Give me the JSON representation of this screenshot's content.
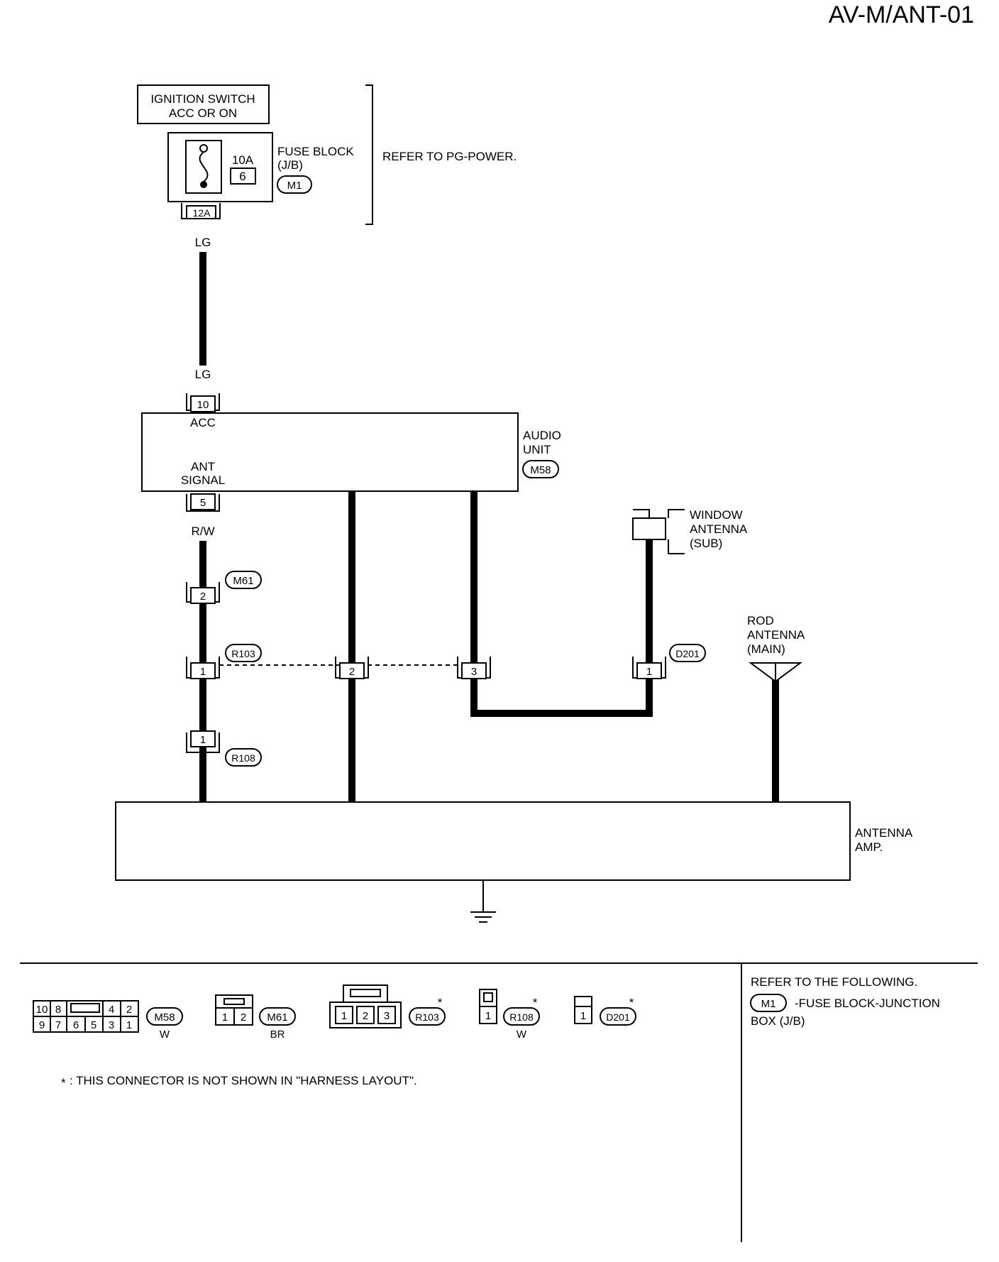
{
  "page_code": "AV-M/ANT-01",
  "ignition": {
    "line1": "IGNITION SWITCH",
    "line2": "ACC OR ON"
  },
  "fuse_block": {
    "amp": "10A",
    "fuse_no": "6",
    "label1": "FUSE BLOCK",
    "label2": "(J/B)",
    "connector": "M1",
    "terminal": "12A"
  },
  "refer_note": "REFER TO PG-POWER.",
  "wire_colors": {
    "lg_top": "LG",
    "lg_bottom": "LG",
    "rw": "R/W"
  },
  "audio_unit": {
    "label1": "AUDIO",
    "label2": "UNIT",
    "connector": "M58",
    "pin_acc": "10",
    "acc_label": "ACC",
    "ant_label1": "ANT",
    "ant_label2": "SIGNAL",
    "pin_ant": "5"
  },
  "window_antenna": {
    "line1": "WINDOW",
    "line2": "ANTENNA",
    "line3": "(SUB)"
  },
  "rod_antenna": {
    "line1": "ROD",
    "line2": "ANTENNA",
    "line3": "(MAIN)"
  },
  "connectors": {
    "m61": {
      "id": "M61",
      "pin": "2"
    },
    "r103": {
      "id": "R103",
      "pins": [
        "1",
        "2",
        "3"
      ]
    },
    "d201": {
      "id": "D201",
      "pin": "1"
    },
    "r108": {
      "id": "R108",
      "pin": "1"
    }
  },
  "antenna_amp": {
    "label1": "ANTENNA",
    "label2": "AMP."
  },
  "legend": {
    "m58": {
      "id": "M58",
      "color": "W",
      "top_pins": [
        "10",
        "8",
        "4",
        "2"
      ],
      "bottom_pins": [
        "9",
        "7",
        "6",
        "5",
        "3",
        "1"
      ]
    },
    "m61": {
      "id": "M61",
      "color": "BR",
      "pins": [
        "1",
        "2"
      ]
    },
    "r103": {
      "id": "R103",
      "pins": [
        "1",
        "2",
        "3"
      ],
      "star": "*"
    },
    "r108": {
      "id": "R108",
      "color": "W",
      "pin": "1",
      "star": "*"
    },
    "d201": {
      "id": "D201",
      "pin": "1",
      "star": "*"
    }
  },
  "footnote": {
    "star": "*",
    "text": ": THIS CONNECTOR IS NOT SHOWN IN \"HARNESS LAYOUT\"."
  },
  "refer_following": {
    "title": "REFER TO THE FOLLOWING.",
    "connector": "M1",
    "desc1": "-FUSE BLOCK-JUNCTION",
    "desc2": "BOX (J/B)"
  }
}
